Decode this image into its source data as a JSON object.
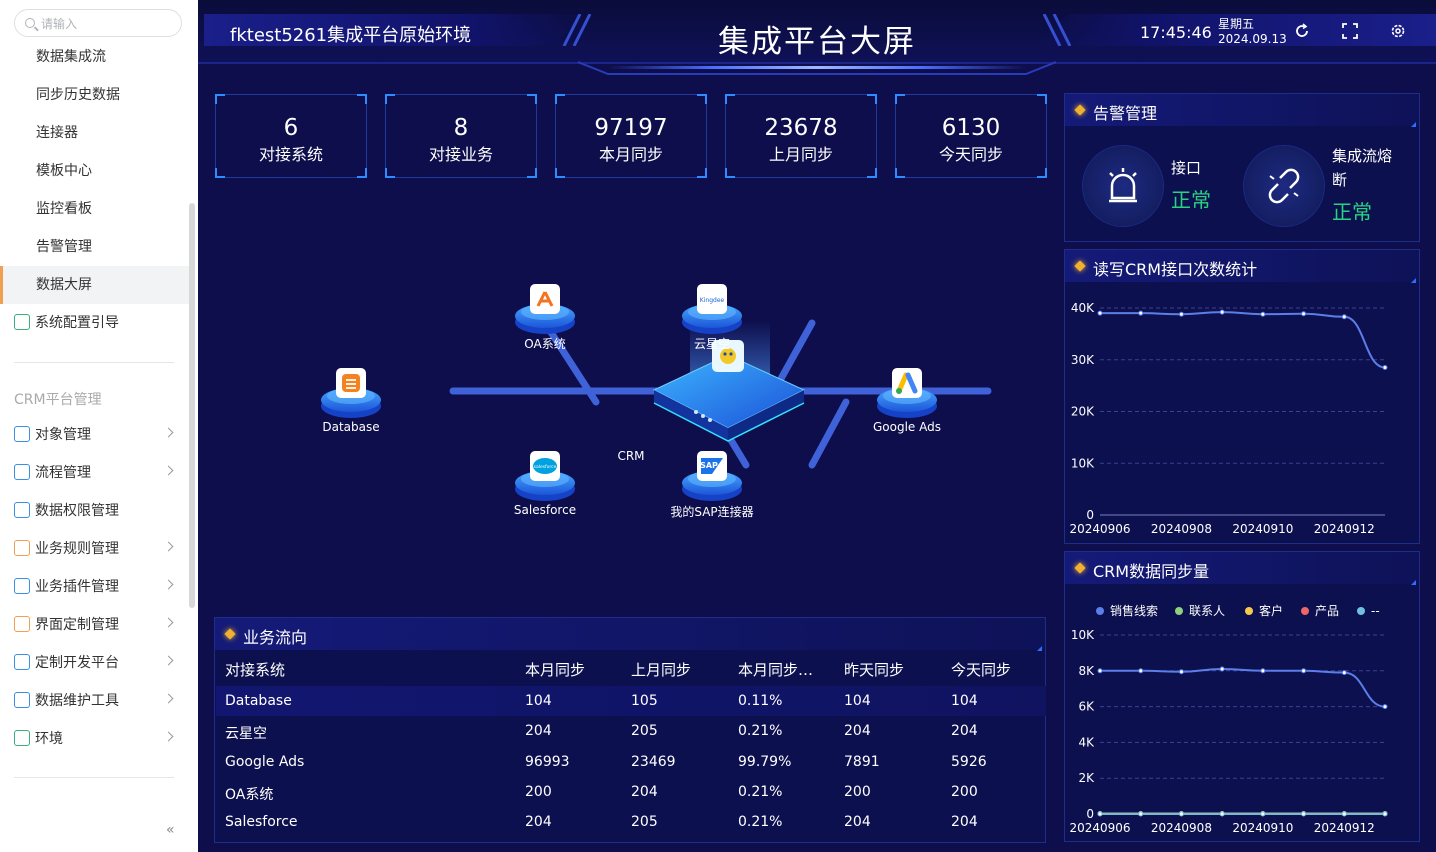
{
  "sidebar": {
    "search_placeholder": "请输入",
    "sub_items": [
      "数据集成流",
      "同步历史数据",
      "连接器",
      "模板中心",
      "监控看板",
      "告警管理",
      "数据大屏"
    ],
    "active_sub_index": 6,
    "guide_item": "系统配置引导",
    "group_label": "CRM平台管理",
    "menu": [
      {
        "label": "对象管理",
        "icon": "object-cube-icon",
        "chevron": true
      },
      {
        "label": "流程管理",
        "icon": "flow-tree-icon",
        "chevron": true
      },
      {
        "label": "数据权限管理",
        "icon": "data-permission-icon",
        "chevron": false
      },
      {
        "label": "业务规则管理",
        "icon": "wrench-icon",
        "chevron": true
      },
      {
        "label": "业务插件管理",
        "icon": "puzzle-icon",
        "chevron": true
      },
      {
        "label": "界面定制管理",
        "icon": "layout-icon",
        "chevron": true
      },
      {
        "label": "定制开发平台",
        "icon": "code-icon",
        "chevron": true
      },
      {
        "label": "数据维护工具",
        "icon": "bar-chart-icon",
        "chevron": true
      },
      {
        "label": "环境",
        "icon": "environment-icon",
        "chevron": true
      }
    ],
    "collapse_glyph": "«"
  },
  "header": {
    "env_title": "fktest5261集成平台原始环境",
    "title": "集成平台大屏",
    "time": "17:45:46",
    "weekday": "星期五",
    "date": "2024.09.13"
  },
  "stats": [
    {
      "value": "6",
      "label": "对接系统"
    },
    {
      "value": "8",
      "label": "对接业务"
    },
    {
      "value": "97197",
      "label": "本月同步"
    },
    {
      "value": "23678",
      "label": "上月同步"
    },
    {
      "value": "6130",
      "label": "今天同步"
    }
  ],
  "diagram": {
    "center": "CRM",
    "nodes": [
      "OA系统",
      "云星空",
      "Database",
      "Google Ads",
      "Salesforce",
      "我的SAP连接器"
    ],
    "logo_texts": {
      "kingdee": "Kingdee",
      "sap": "SAP",
      "salesforce": "salesforce"
    }
  },
  "alarm": {
    "title": "告警管理",
    "items": [
      {
        "name": "接口",
        "status": "正常"
      },
      {
        "name": "集成流熔断",
        "status": "正常"
      }
    ]
  },
  "flow": {
    "title": "业务流向",
    "columns": [
      "对接系统",
      "本月同步",
      "上月同步",
      "本月同步…",
      "昨天同步",
      "今天同步"
    ],
    "rows": [
      [
        "Database",
        "104",
        "105",
        "0.11%",
        "104",
        "104"
      ],
      [
        "云星空",
        "204",
        "205",
        "0.21%",
        "204",
        "204"
      ],
      [
        "Google Ads",
        "96993",
        "23469",
        "99.79%",
        "7891",
        "5926"
      ],
      [
        "OA系统",
        "200",
        "204",
        "0.21%",
        "200",
        "200"
      ],
      [
        "Salesforce",
        "204",
        "205",
        "0.21%",
        "204",
        "204"
      ]
    ]
  },
  "chart_data": [
    {
      "type": "line",
      "title": "读写CRM接口次数统计",
      "x": [
        "20240906",
        "20240907",
        "20240908",
        "20240909",
        "20240910",
        "20240911",
        "20240912",
        "20240913"
      ],
      "x_ticks": [
        "20240906",
        "20240908",
        "20240910",
        "20240912"
      ],
      "series": [
        {
          "values": [
            39000,
            39000,
            38800,
            39200,
            38800,
            38900,
            38300,
            28500
          ],
          "color": "#5b7ee8"
        }
      ],
      "ylim": [
        0,
        40000
      ],
      "y_ticks": [
        "0",
        "10K",
        "20K",
        "30K",
        "40K"
      ],
      "grid": true
    },
    {
      "type": "line",
      "title": "CRM数据同步量",
      "x": [
        "20240906",
        "20240907",
        "20240908",
        "20240909",
        "20240910",
        "20240911",
        "20240912",
        "20240913"
      ],
      "x_ticks": [
        "20240906",
        "20240908",
        "20240910",
        "20240912"
      ],
      "legend_position": "top",
      "series": [
        {
          "name": "销售线索",
          "color": "#5b7ee8",
          "values": [
            8000,
            8000,
            7950,
            8100,
            8000,
            8000,
            7900,
            6000
          ]
        },
        {
          "name": "联系人",
          "color": "#8fd17a",
          "values": [
            30,
            30,
            30,
            30,
            30,
            30,
            30,
            30
          ]
        },
        {
          "name": "客户",
          "color": "#f6c94c",
          "values": [
            20,
            20,
            20,
            20,
            20,
            20,
            20,
            20
          ]
        },
        {
          "name": "产品",
          "color": "#ee6666",
          "values": [
            10,
            10,
            10,
            10,
            10,
            10,
            10,
            10
          ]
        },
        {
          "name": "--",
          "color": "#73c0de",
          "values": [
            5,
            5,
            5,
            5,
            5,
            5,
            5,
            5
          ]
        }
      ],
      "ylim": [
        0,
        10000
      ],
      "y_ticks": [
        "0",
        "2K",
        "4K",
        "6K",
        "8K",
        "10K"
      ],
      "grid": true
    }
  ]
}
